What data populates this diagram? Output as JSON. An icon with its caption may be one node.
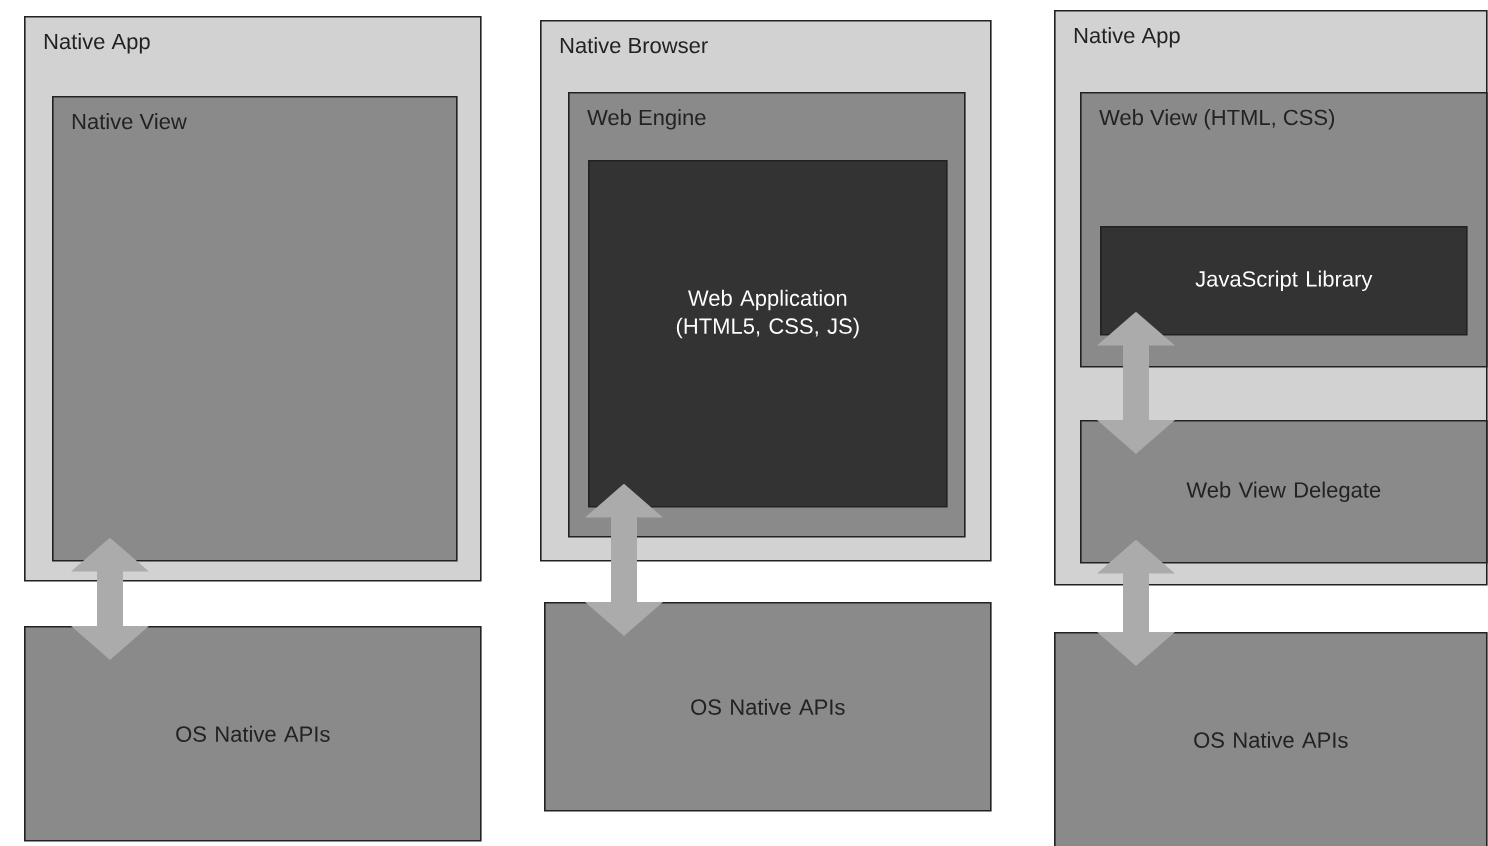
{
  "diagram": {
    "nodes": [
      {
        "text": [
          "Native App"
        ]
      },
      {
        "text": [
          "Native View"
        ],
        "in": 0
      },
      {
        "text": [
          "OS Native APIs"
        ]
      },
      {
        "text": [
          "Native Browser"
        ]
      },
      {
        "text": [
          "Web Engine"
        ],
        "in": 3
      },
      {
        "text": [
          "Web Application (HTML5, CSS, JS)"
        ],
        "in": 4
      },
      {
        "text": [
          "OS Native APIs"
        ]
      },
      {
        "text": [
          "Native App"
        ]
      },
      {
        "text": [
          "Web View (HTML, CSS)"
        ],
        "in": 7
      },
      {
        "text": [
          "JavaScript Library"
        ],
        "in": 8
      },
      {
        "text": [
          "Web View Delegate"
        ],
        "in": 7
      },
      {
        "text": [
          "OS Native APIs"
        ]
      }
    ],
    "edges": [
      {
        "from": 1,
        "to": 2,
        "arrow": "both"
      },
      {
        "from": 5,
        "to": 6,
        "arrow": "both"
      },
      {
        "from": 9,
        "to": 10,
        "arrow": "both"
      },
      {
        "from": 10,
        "to": 11,
        "arrow": "both"
      }
    ]
  }
}
